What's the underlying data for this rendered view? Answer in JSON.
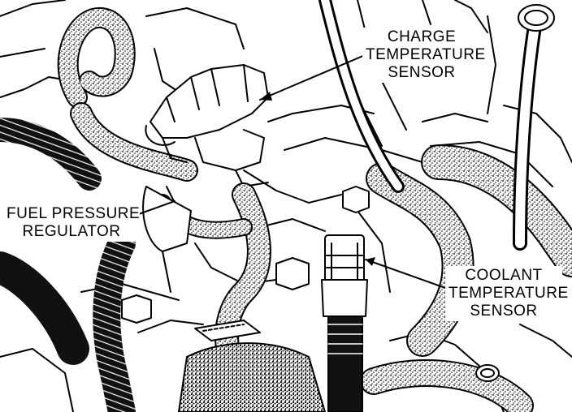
{
  "labels": {
    "charge_temperature_sensor": [
      "CHARGE",
      "TEMPERATURE",
      "SENSOR"
    ],
    "fuel_pressure_regulator": [
      "FUEL PRESSURE",
      "REGULATOR"
    ],
    "coolant_temperature_sensor": [
      "COOLANT",
      "TEMPERATURE",
      "SENSOR"
    ]
  },
  "colors": {
    "ink": "#000000",
    "paper": "#ffffff"
  }
}
